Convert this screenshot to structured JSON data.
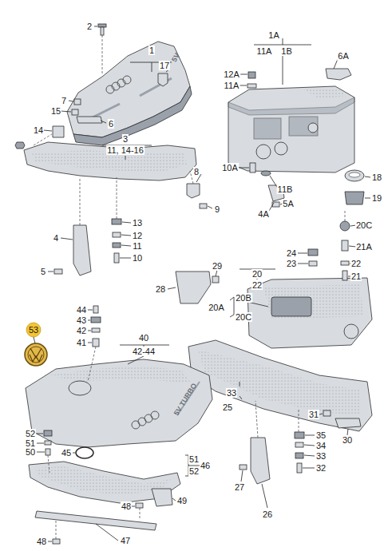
{
  "diagram": {
    "labels": [
      "1",
      "2",
      "17",
      "7",
      "15",
      "6",
      "14",
      "3",
      "11, 14-16",
      "8",
      "9",
      "13",
      "12",
      "11",
      "10",
      "4",
      "5",
      "5V",
      "1A",
      "11A",
      "1B",
      "6A",
      "12A",
      "11A",
      "10A",
      "11B",
      "4A",
      "5A",
      "18",
      "19",
      "20C",
      "21A",
      "24",
      "23",
      "22",
      "21",
      "20",
      "22",
      "29",
      "28",
      "20B",
      "20A",
      "20C",
      "33",
      "25",
      "31",
      "30",
      "35",
      "34",
      "33",
      "32",
      "27",
      "26",
      "44",
      "43",
      "42",
      "41",
      "53",
      "40",
      "42-44",
      "5V TURBO",
      "52",
      "51",
      "50",
      "45",
      "51",
      "52",
      "46",
      "48",
      "49",
      "48",
      "47"
    ]
  }
}
